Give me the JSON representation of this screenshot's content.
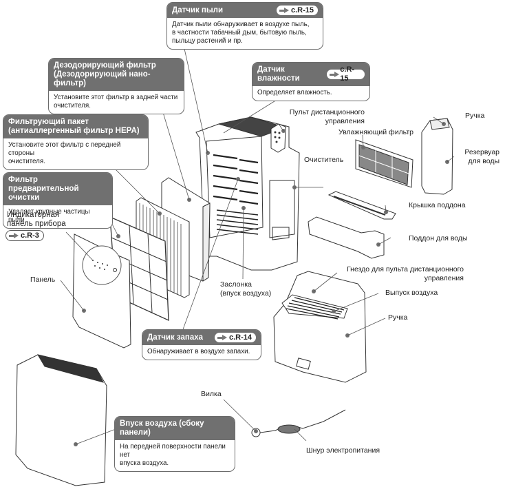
{
  "callouts": {
    "dust_sensor": {
      "title": "Датчик пыли",
      "ref": "c.R-15",
      "text": "Датчик пыли обнаруживает в воздухе пыль,\nв частности табачный дым, бытовую пыль,\nпыльцу растений и пр."
    },
    "deodorizing_filter": {
      "title": "Дезодорирующий фильтр\n(Дезодорирующий нано-фильтр)",
      "text": "Установите этот фильтр в задней части\nочистителя."
    },
    "humidity_sensor": {
      "title": "Датчик влажности",
      "ref": "c.R-15",
      "text": "Определяет влажность."
    },
    "hepa_filter": {
      "title": "Фильтрующий пакет\n(антиаллергенный фильтр HEPA)",
      "text": "Установите этот фильтр с передней стороны\nочистителя."
    },
    "prefilter": {
      "title": "Фильтр предварительной\nочистки",
      "text": "Удаляет крупные частицы пыли"
    },
    "odor_sensor": {
      "title": "Датчик запаха",
      "ref": "c.R-14",
      "text": "Обнаруживает в воздухе запахи."
    },
    "side_air_intake": {
      "title": "Впуск воздуха (сбоку панели)",
      "text": "На передней поверхности панели нет\nвпуска воздуха."
    }
  },
  "labels": {
    "indicator_panel": "Индикаторная\nпанель прибора",
    "indicator_panel_ref": "c.R-3",
    "panel": "Панель",
    "remote": "Пульт дистанционного\nуправления",
    "humidifying_filter": "Увлажняющий фильтр",
    "handle_tank": "Ручка",
    "water_tank": "Резервуар\nдля воды",
    "purifier": "Очиститель",
    "tray_cover": "Крышка поддона",
    "water_tray": "Поддон для воды",
    "damper": "Заслонка\n(впуск воздуха)",
    "remote_holder": "Гнездо для пульта дистанционного\nуправления",
    "air_outlet": "Выпуск воздуха",
    "handle_unit": "Ручка",
    "plug": "Вилка",
    "power_cord": "Шнур электропитания"
  },
  "icons": {
    "ref_arrow": "right-arrow-icon"
  },
  "colors": {
    "callout_header": "#707070",
    "line": "#555555",
    "dot": "#6e6e6e"
  }
}
